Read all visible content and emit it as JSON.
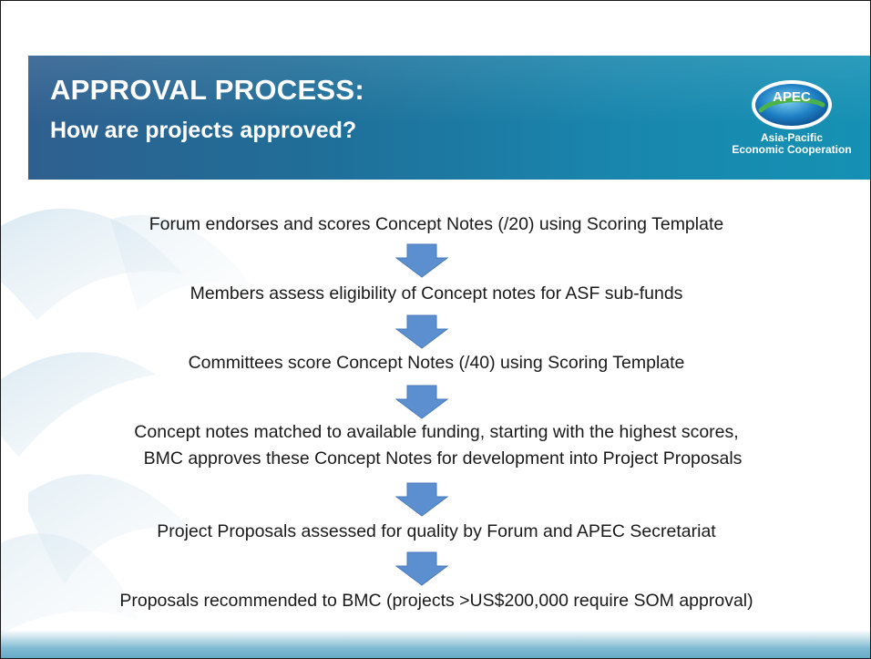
{
  "slide": {
    "title": "APPROVAL PROCESS:",
    "subtitle": "How are projects approved?"
  },
  "logo": {
    "emblem_text": "APEC",
    "tagline_line1": "Asia-Pacific",
    "tagline_line2": "Economic Cooperation"
  },
  "steps": [
    {
      "lines": [
        "Forum endorses and scores Concept Notes (/20) using Scoring Template"
      ]
    },
    {
      "lines": [
        "Members assess eligibility of Concept notes for ASF sub-funds"
      ]
    },
    {
      "lines": [
        "Committees score Concept Notes (/40) using Scoring Template"
      ]
    },
    {
      "lines": [
        "Concept notes matched to available funding, starting with the highest scores,",
        "BMC approves these Concept Notes for development into Project Proposals"
      ]
    },
    {
      "lines": [
        "Project Proposals assessed for quality by Forum and APEC Secretariat"
      ]
    },
    {
      "lines": [
        "Proposals recommended to BMC (projects >US$200,000 require SOM approval)"
      ]
    }
  ],
  "colors": {
    "header_blue": "#1f6f99",
    "arrow_fill": "#5b8fd0",
    "text": "#1a1a1a"
  }
}
